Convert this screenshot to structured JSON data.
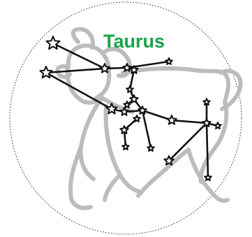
{
  "title": "Taurus",
  "colors": {
    "title": "#1aa34a",
    "bull_outline": "#bcbcbc",
    "constellation_lines": "#111111",
    "stars": "#111111",
    "circle_border": "#555555"
  },
  "icons": [
    "bull-illustration",
    "star-icon",
    "constellation-line"
  ]
}
